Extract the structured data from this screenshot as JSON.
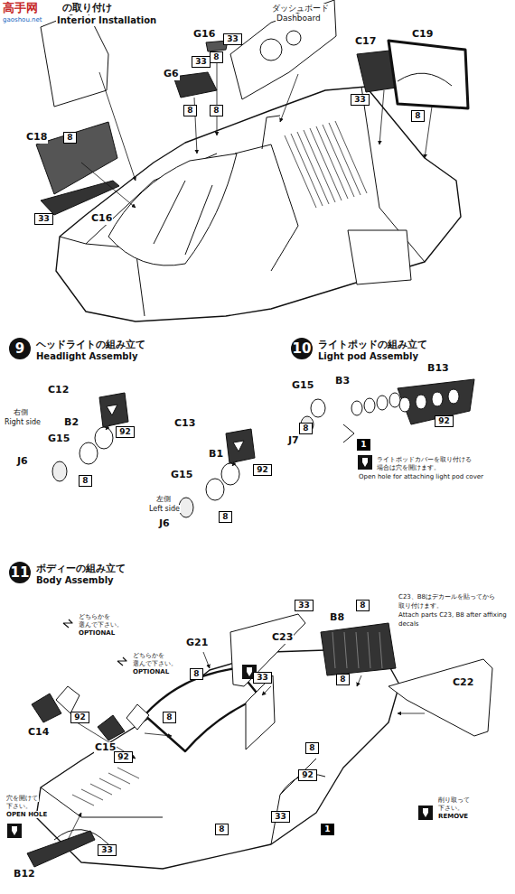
{
  "diagram": {
    "nodes": [
      {
        "text": [
          "33"
        ]
      },
      {
        "text": [
          "8"
        ]
      },
      {
        "text": [
          "33"
        ]
      },
      {
        "text": [
          "8"
        ]
      },
      {
        "text": [
          "8"
        ]
      },
      {
        "text": [
          "8"
        ]
      },
      {
        "text": [
          "33"
        ]
      },
      {
        "text": [
          "33"
        ]
      },
      {
        "text": [
          "8"
        ]
      },
      {
        "text": [
          "9",
          "ヘッドライトの組み立て",
          "Headlight Assembly"
        ]
      },
      {
        "text": [
          "92"
        ]
      },
      {
        "text": [
          "8"
        ]
      },
      {
        "text": [
          "92"
        ]
      },
      {
        "text": [
          "8"
        ]
      },
      {
        "text": [
          "10",
          "ライトポッドの組み立て",
          "Light pod Assembly"
        ]
      },
      {
        "text": [
          "8"
        ]
      },
      {
        "text": [
          "92"
        ]
      },
      {
        "text": [
          "1"
        ]
      },
      {
        "text": [
          "11",
          "ボディーの組み立て",
          "Body Assembly"
        ]
      },
      {
        "text": [
          "33"
        ]
      },
      {
        "text": [
          "8"
        ]
      },
      {
        "text": [
          "8"
        ]
      },
      {
        "text": [
          "8"
        ]
      },
      {
        "text": [
          "92"
        ]
      },
      {
        "text": [
          "92"
        ]
      },
      {
        "text": [
          "33"
        ]
      },
      {
        "text": [
          "8"
        ]
      },
      {
        "text": [
          "8"
        ]
      },
      {
        "text": [
          "92"
        ]
      },
      {
        "text": [
          "33"
        ]
      },
      {
        "text": [
          "1"
        ]
      },
      {
        "text": [
          "8"
        ]
      },
      {
        "text": [
          "33"
        ]
      }
    ],
    "labels": [
      "高手网",
      "gaoshou.net",
      "の取り付け",
      "Interior Installation",
      "ダッシュボード",
      "Dashboard",
      "C17",
      "C19",
      "G16",
      "G6",
      "C18",
      "C16",
      "右側",
      "Right side",
      "C12",
      "B2",
      "G15",
      "J6",
      "左側",
      "Left side",
      "C13",
      "B1",
      "G15",
      "J6",
      "G15",
      "B3",
      "B13",
      "J7",
      "ライトポッドカバーを取り付ける",
      "場合は穴を開けます。",
      "Open hole for attaching light pod cover",
      "C23",
      "B8",
      "C23、B8はデカールを貼ってから",
      "取り付けます。",
      "Attach parts C23, B8 after affixing",
      "decals",
      "G21",
      "C22",
      "どちらかを",
      "選んで下さい。",
      "OPTIONAL",
      "どちらかを",
      "選んで下さい。",
      "OPTIONAL",
      "C14",
      "C15",
      "削り取って",
      "下さい。",
      "REMOVE",
      "穴を開けて",
      "下さい。",
      "OPEN HOLE",
      "B12"
    ]
  }
}
